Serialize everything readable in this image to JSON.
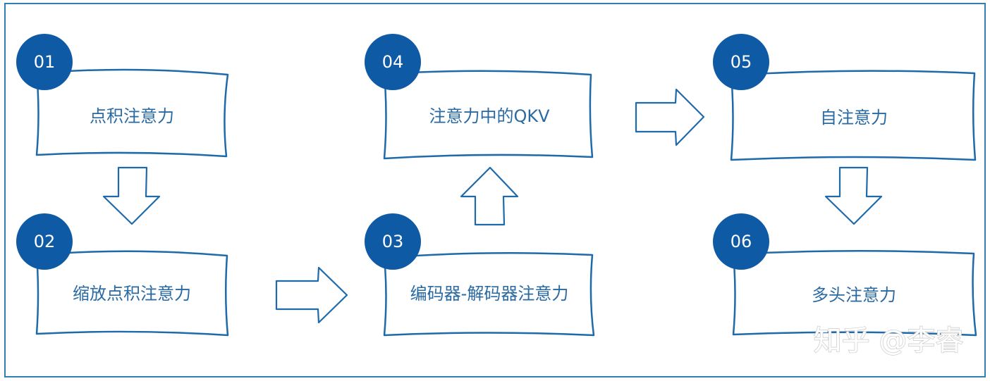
{
  "steps": [
    {
      "number": "01",
      "label": "点积注意力"
    },
    {
      "number": "02",
      "label": "缩放点积注意力"
    },
    {
      "number": "03",
      "label": "编码器-解码器注意力"
    },
    {
      "number": "04",
      "label": "注意力中的QKV"
    },
    {
      "number": "05",
      "label": "自注意力"
    },
    {
      "number": "06",
      "label": "多头注意力"
    }
  ],
  "watermark": "知乎 @李睿",
  "colors": {
    "frame": "#2f7fb5",
    "box_stroke": "#1f6aaa",
    "badge_fill": "#0f5aa5",
    "label_text": "#2a6aa3"
  }
}
